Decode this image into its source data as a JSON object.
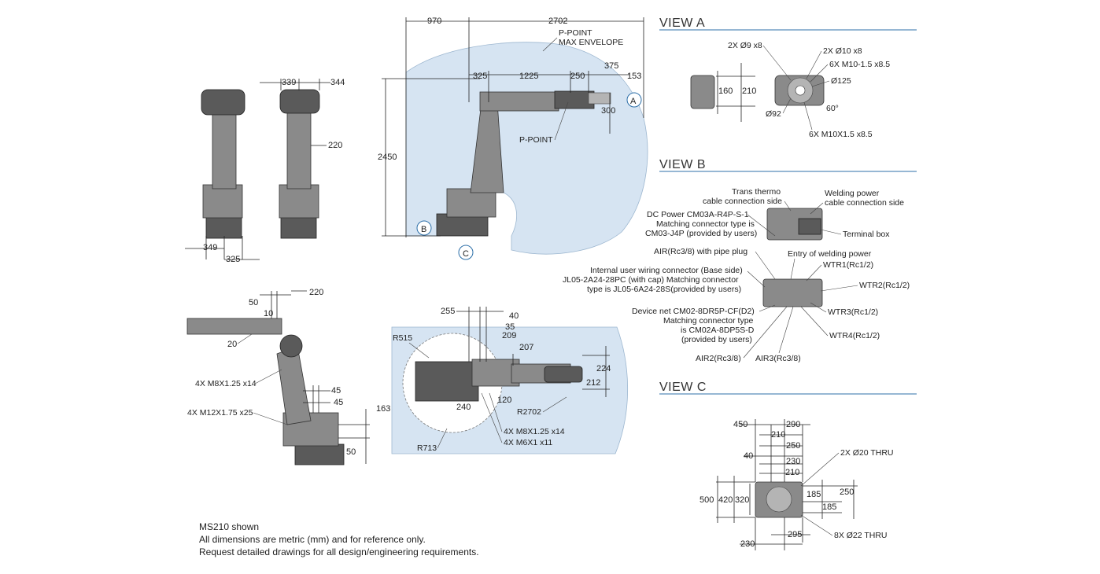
{
  "top_view": {
    "dims": {
      "d970": "970",
      "d2702": "2702",
      "d325": "325",
      "d1225": "1225",
      "d250": "250",
      "d375": "375",
      "d153": "153",
      "d300": "300",
      "d2450": "2450"
    },
    "labels": {
      "envelope_1": "P-POINT",
      "envelope_2": "MAX ENVELOPE",
      "p_point": "P-POINT",
      "mark_a": "A",
      "mark_b": "B",
      "mark_c": "C"
    }
  },
  "left_views": {
    "dims": {
      "d339": "339",
      "d344": "344",
      "d220": "220",
      "d349": "349",
      "d325": "325"
    }
  },
  "side_view": {
    "dims": {
      "d50": "50",
      "d220": "220",
      "d10": "10",
      "d20": "20",
      "d45a": "45",
      "d45b": "45",
      "d163": "163",
      "d50b": "50"
    },
    "labels": {
      "m8": "4X M8X1.25 x14",
      "m12": "4X M12X1.75  x25"
    }
  },
  "plan_view": {
    "dims": {
      "d255": "255",
      "d40": "40",
      "d35": "35",
      "d209": "209",
      "d207": "207",
      "d224": "224",
      "d212": "212",
      "d240": "240",
      "d120": "120"
    },
    "labels": {
      "r515": "R515",
      "r2702": "R2702",
      "r713": "R713",
      "m8": "4X M8X1.25 x14",
      "m6": "4X M6X1 x11"
    }
  },
  "view_a": {
    "title": "VIEW A",
    "labels": {
      "l1": "2X Ø9 x8",
      "l2": "2X Ø10 x8",
      "l3": "6X M10-1.5  x8.5",
      "l4": "Ø125",
      "l5": "60°",
      "l6": "Ø92",
      "l7": "6X M10X1.5 x8.5",
      "d160": "160",
      "d210": "210"
    }
  },
  "view_b": {
    "title": "VIEW B",
    "labels": {
      "trans_1": "Trans thermo",
      "trans_2": "cable connection side",
      "weld_1": "Welding power",
      "weld_2": "cable connection side",
      "dc_1": "DC Power CM03A-R4P-S-1",
      "dc_2": "Matching connector type is",
      "dc_3": "CM03-J4P (provided by users)",
      "terminal": "Terminal box",
      "air_plug": "AIR(Rc3/8) with pipe plug",
      "entry": "Entry of welding power",
      "wtr1": "WTR1(Rc1/2)",
      "int_1": "Internal user wiring connector (Base side)",
      "int_2": "JL05-2A24-28PC (with cap) Matching connector",
      "int_3": "type is JL05-6A24-28S(provided by users)",
      "wtr2": "WTR2(Rc1/2)",
      "dev_1": "Device net CM02-8DR5P-CF(D2)",
      "dev_2": "Matching connector type",
      "dev_3": "is CM02A-8DP5S-D",
      "dev_4": "(provided by users)",
      "wtr3": "WTR3(Rc1/2)",
      "wtr4": "WTR4(Rc1/2)",
      "air2": "AIR2(Rc3/8)",
      "air3": "AIR3(Rc3/8)"
    }
  },
  "view_c": {
    "title": "VIEW C",
    "dims": {
      "d450": "450",
      "d290": "290",
      "d210a": "210",
      "d250a": "250",
      "d40": "40",
      "d230a": "230",
      "d210b": "210",
      "d500": "500",
      "d420": "420",
      "d320": "320",
      "d185a": "185",
      "d250b": "250",
      "d185b": "185",
      "d230b": "230",
      "d295": "295"
    },
    "labels": {
      "thru20": "2X Ø20 THRU",
      "thru22": "8X Ø22 THRU"
    }
  },
  "notes": {
    "line1": "MS210 shown",
    "line2": "All dimensions are metric (mm) and for reference only.",
    "line3": "Request detailed drawings for all design/engineering requirements."
  }
}
